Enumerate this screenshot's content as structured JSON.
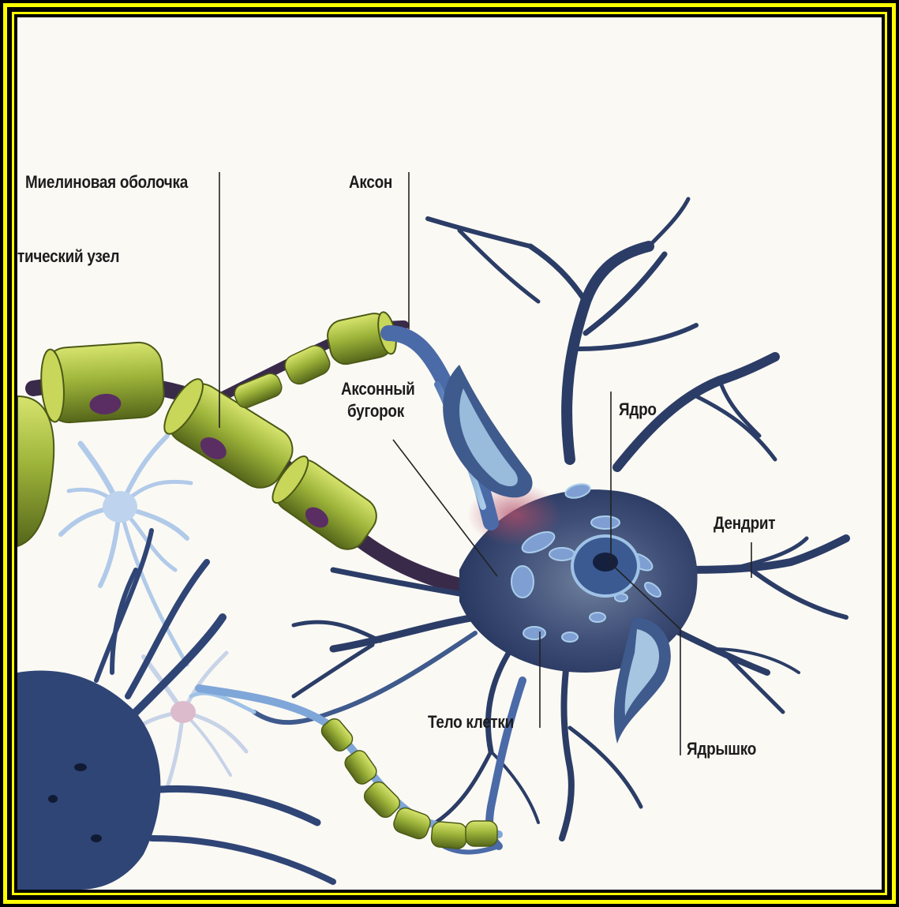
{
  "labels": {
    "myelin_sheath": "Миелиновая оболочка",
    "axon": "Аксон",
    "node": "тический узел",
    "axon_hillock_line1": "Аксонный",
    "axon_hillock_line2": "бугорок",
    "nucleus": "Ядро",
    "dendrite": "Дендрит",
    "cell_body": "Тело клетки",
    "nucleolus": "Ядрышко"
  },
  "colors": {
    "frame_border": "#ffff00",
    "frame_background": "#000000",
    "paper": "#fbf9f4",
    "neuron_dark": "#2b3d66",
    "neuron_mid": "#3f5a8c",
    "neuron_light": "#9fc3e6",
    "myelin_green": "#9aae3a",
    "myelin_dark": "#5c6d1c",
    "hillock_red": "#a0455a",
    "nucleus_purple": "#4a2a5a",
    "leader_line": "#222222"
  }
}
